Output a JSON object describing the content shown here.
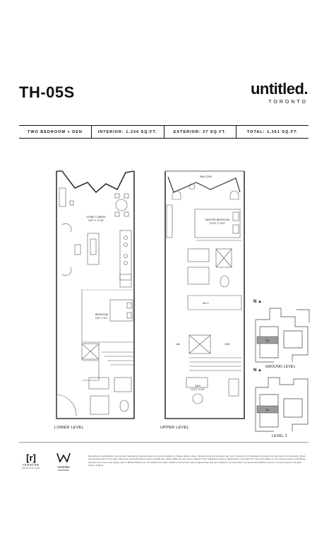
{
  "header": {
    "unit": "TH-05S",
    "brand": "untitled.",
    "city": "TORONTO"
  },
  "specs": {
    "type": "TWO BEDROOM + DEN",
    "interior": "INTERIOR: 1,334 SQ.FT.",
    "exterior": "EXTERIOR: 27 SQ.FT.",
    "total": "TOTAL: 1,361 SQ.FT."
  },
  "lower_plan": {
    "level": "LOWER LEVEL",
    "living_name": "LIVING / DINING",
    "living_dims": "13'0\" X 17'10\"",
    "bedroom_name": "BEDROOM",
    "bedroom_dims": "10'0\" X 9'2\""
  },
  "upper_plan": {
    "level": "UPPER LEVEL",
    "balcony": "BALCONY",
    "master_name": "MASTER BEDROOM",
    "master_dims": "12'10\" X 10'0\"",
    "wic": "W.I.C.",
    "wd": "W/D",
    "linen": "LIN.",
    "den_name": "DEN",
    "den_dims": "12'10\" X 8'8\""
  },
  "keyplans": {
    "north": "N",
    "ground_label": "GROUND LEVEL",
    "level2_label": "LEVEL 2",
    "unit_tag": "05"
  },
  "footer": {
    "reserve_mark": "[r]",
    "reserve_name": "reserve",
    "reserve_sub": "PROPERTIES",
    "westdale_name": "westdale",
    "westdale_sub": "PROPERTIES",
    "disclaimer": "Dimensions, specifications, layouts and materials are approximate only and are subject to change without notice. Window sizes and locations may vary. Furniture is for illustration purposes only and does not necessarily reflect the electrical plan for the suite. Suites are sold unfurnished. Actual useable floor space within the unit may be different from stated floor areas in dimensions on the plan. For more information on the method used for calculating the floor area of any unit, please refer to Builder Bulletin No. 22 published by Tarion. Balcony and terrace area is approximate and not included in net suite area. The area and purchased may be a reverse layout to the plan shown. E.&O.E."
  },
  "colors": {
    "ink": "#111111",
    "wall": "#333333",
    "keyplan_fill": "#9a9a9a"
  }
}
